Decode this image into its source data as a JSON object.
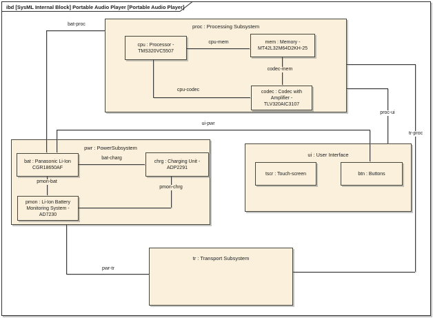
{
  "diagram": {
    "title": "ibd [SysML Internal Block] Portable Audio Player [Portable Audio Player]",
    "colors": {
      "block_fill": "#faf0dc",
      "block_border": "#45453c",
      "connector_line": "#3c3c3c",
      "frame_border": "#2e2e2e",
      "background": "#ffffff"
    }
  },
  "blocks": {
    "proc": {
      "label": "proc : Processing Subsystem"
    },
    "cpu": {
      "label": "cpu : Processor - TMS320VC5507"
    },
    "mem": {
      "label": "mem : Memory - MT42L32M64D2KH-25"
    },
    "codec": {
      "label": "codec : Codec with Amplifier - TLV320AIC3107"
    },
    "pwr": {
      "label": "pwr : PowerSubsystem"
    },
    "bat": {
      "label": "bat : Panasonic Li-Ion CGR18650AF"
    },
    "chrg": {
      "label": "chrg : Charging Unit - ADP2291"
    },
    "pmon": {
      "label": "pmon : Li-Ion Battery Monitoring System - AD7230"
    },
    "ui": {
      "label": "ui : User Interface"
    },
    "tscr": {
      "label": "tscr : Touch-screen"
    },
    "btn": {
      "label": "btn : Buttons"
    },
    "tr": {
      "label": "tr : Transport Subsystem"
    }
  },
  "connectors": {
    "bat_proc": {
      "label": "bat-proc"
    },
    "cpu_mem": {
      "label": "cpu-mem"
    },
    "codec_mem": {
      "label": "codec-mem"
    },
    "cpu_codec": {
      "label": "cpu-codec"
    },
    "ui_pwr": {
      "label": "ui-pwr"
    },
    "proc_ui": {
      "label": "proc-ui"
    },
    "tr_proc": {
      "label": "tr-proc"
    },
    "bat_charg": {
      "label": "bat-charg"
    },
    "pmon_bat": {
      "label": "pmon-bat"
    },
    "pmon_chrg": {
      "label": "pmon-chrg"
    },
    "pwr_tr": {
      "label": "pwr-tr"
    }
  }
}
